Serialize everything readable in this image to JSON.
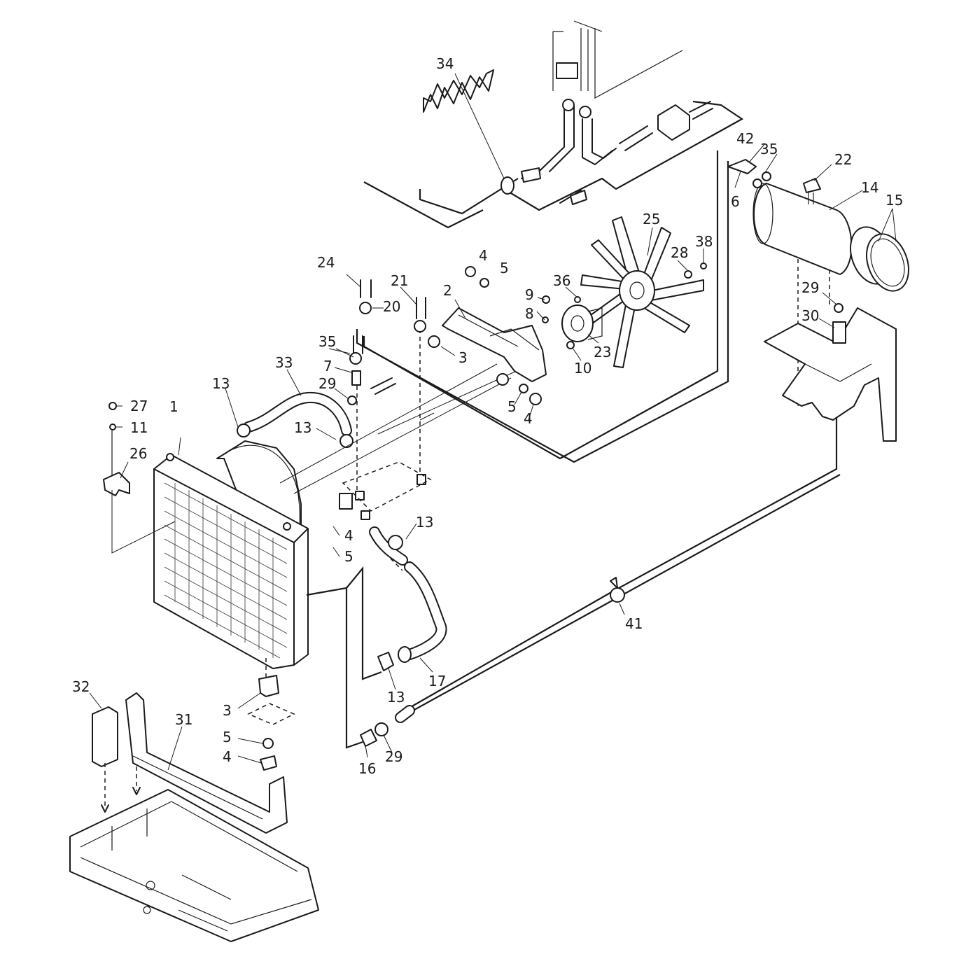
{
  "callouts": [
    {
      "id": "1",
      "label": "1"
    },
    {
      "id": "2",
      "label": "2"
    },
    {
      "id": "3a",
      "label": "3"
    },
    {
      "id": "3b",
      "label": "3"
    },
    {
      "id": "4a",
      "label": "4"
    },
    {
      "id": "4b",
      "label": "4"
    },
    {
      "id": "4c",
      "label": "4"
    },
    {
      "id": "4d",
      "label": "4"
    },
    {
      "id": "5a",
      "label": "5"
    },
    {
      "id": "5b",
      "label": "5"
    },
    {
      "id": "5c",
      "label": "5"
    },
    {
      "id": "5d",
      "label": "5"
    },
    {
      "id": "6",
      "label": "6"
    },
    {
      "id": "7",
      "label": "7"
    },
    {
      "id": "8",
      "label": "8"
    },
    {
      "id": "9",
      "label": "9"
    },
    {
      "id": "10",
      "label": "10"
    },
    {
      "id": "11",
      "label": "11"
    },
    {
      "id": "13a",
      "label": "13"
    },
    {
      "id": "13b",
      "label": "13"
    },
    {
      "id": "13c",
      "label": "13"
    },
    {
      "id": "13d",
      "label": "13"
    },
    {
      "id": "14",
      "label": "14"
    },
    {
      "id": "15",
      "label": "15"
    },
    {
      "id": "16",
      "label": "16"
    },
    {
      "id": "17",
      "label": "17"
    },
    {
      "id": "20",
      "label": "20"
    },
    {
      "id": "21",
      "label": "21"
    },
    {
      "id": "22",
      "label": "22"
    },
    {
      "id": "23",
      "label": "23"
    },
    {
      "id": "24",
      "label": "24"
    },
    {
      "id": "25",
      "label": "25"
    },
    {
      "id": "26",
      "label": "26"
    },
    {
      "id": "27",
      "label": "27"
    },
    {
      "id": "28",
      "label": "28"
    },
    {
      "id": "29a",
      "label": "29"
    },
    {
      "id": "29b",
      "label": "29"
    },
    {
      "id": "29c",
      "label": "29"
    },
    {
      "id": "30",
      "label": "30"
    },
    {
      "id": "31",
      "label": "31"
    },
    {
      "id": "32",
      "label": "32"
    },
    {
      "id": "33",
      "label": "33"
    },
    {
      "id": "34",
      "label": "34"
    },
    {
      "id": "35a",
      "label": "35"
    },
    {
      "id": "35b",
      "label": "35"
    },
    {
      "id": "36",
      "label": "36"
    },
    {
      "id": "38",
      "label": "38"
    },
    {
      "id": "41",
      "label": "41"
    },
    {
      "id": "42",
      "label": "42"
    }
  ]
}
